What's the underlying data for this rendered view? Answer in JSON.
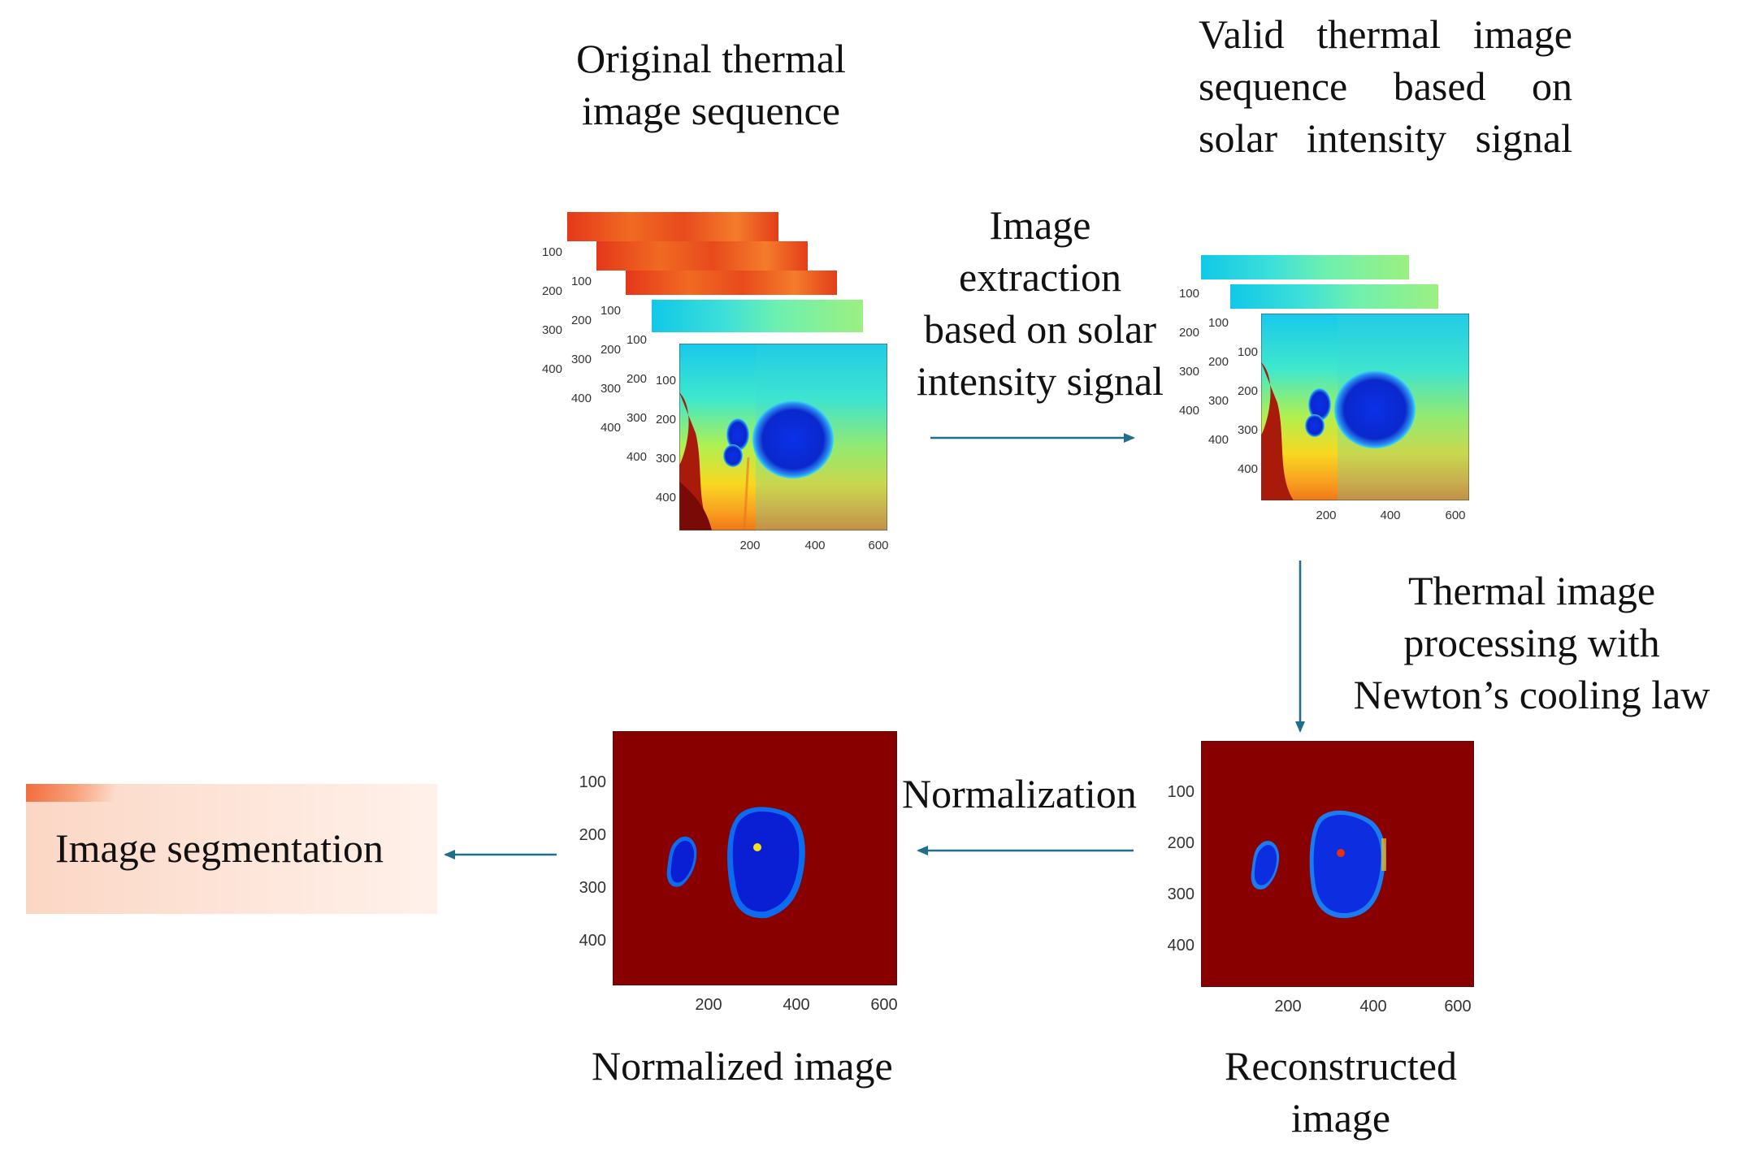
{
  "labels": {
    "original_sequence": [
      "Original thermal",
      "image sequence"
    ],
    "valid_sequence": [
      "Valid thermal image",
      "sequence based on",
      "solar intensity signal"
    ],
    "extraction_step": [
      "Image",
      "extraction",
      "based on solar",
      "intensity signal"
    ],
    "processing_step": [
      "Thermal image",
      "processing with",
      "Newton’s cooling law"
    ],
    "normalization_step": "Normalization",
    "reconstructed_image": [
      "Reconstructed",
      "image"
    ],
    "normalized_image": "Normalized image",
    "segmentation_box": "Image segmentation"
  },
  "axis_ticks": {
    "y": [
      "100",
      "200",
      "300",
      "400"
    ],
    "x": [
      "200",
      "400",
      "600"
    ]
  },
  "colors": {
    "arrow": "#1f6f8b",
    "heatmap_background": "#880000",
    "heatmap_blob": "#0a1fd4",
    "segmentation_box": "#fde0d2"
  },
  "icons": {
    "arrow_extraction": "arrow-right-icon",
    "arrow_processing": "arrow-down-icon",
    "arrow_normalization": "arrow-left-icon",
    "arrow_segmentation": "arrow-left-icon"
  }
}
